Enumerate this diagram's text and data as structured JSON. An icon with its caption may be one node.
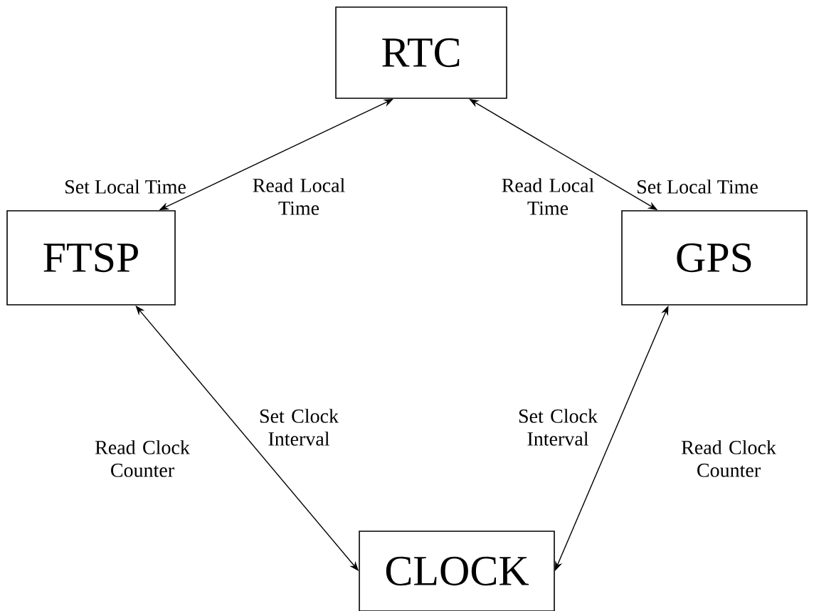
{
  "diagram": {
    "nodes": [
      {
        "text": [
          "RTC"
        ]
      },
      {
        "text": [
          "FTSP"
        ]
      },
      {
        "text": [
          "GPS"
        ]
      },
      {
        "text": [
          "CLOCK"
        ]
      }
    ],
    "edges": [
      {
        "from": 0,
        "to": 1,
        "arrow": "both",
        "label": "Set Local Time"
      },
      {
        "from": 0,
        "to": 2,
        "arrow": "both",
        "label": "Set Local Time"
      },
      {
        "from": 1,
        "to": 3,
        "arrow": "both",
        "label": "Read Clock Counter"
      },
      {
        "from": 2,
        "to": 3,
        "arrow": "both",
        "label": "Read Clock Counter"
      }
    ],
    "labels": [
      "Read Local Time",
      "Read Local Time",
      "Set Clock Interval",
      "Set Clock Interval"
    ]
  }
}
